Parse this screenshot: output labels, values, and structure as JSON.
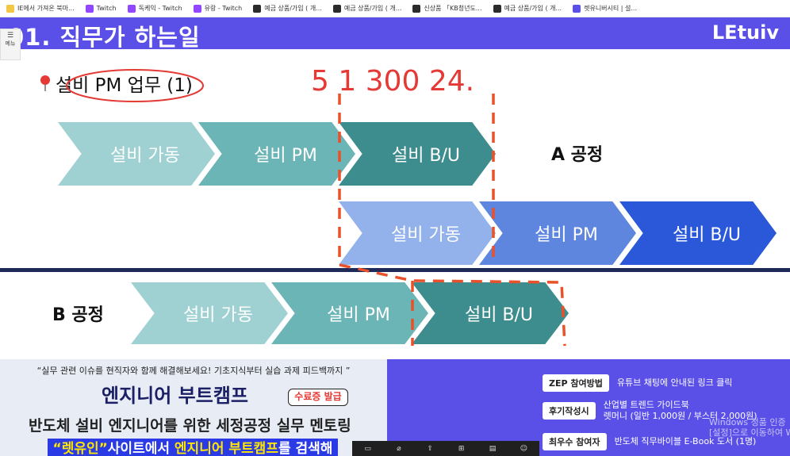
{
  "bookmarks": [
    {
      "label": "IE에서 가져온 북마...",
      "icon_color": "#f2c744"
    },
    {
      "label": "Twitch",
      "icon_color": "#9146ff"
    },
    {
      "label": "독케익 - Twitch",
      "icon_color": "#9146ff"
    },
    {
      "label": "유랑 - Twitch",
      "icon_color": "#9146ff"
    },
    {
      "label": "예금 상품/가입 ( 개...",
      "icon_color": "#2b2b2b"
    },
    {
      "label": "예금 상품/가입 ( 개...",
      "icon_color": "#2b2b2b"
    },
    {
      "label": "신상품 「KB청년도...",
      "icon_color": "#2b2b2b"
    },
    {
      "label": "예금 상품/가입 ( 개...",
      "icon_color": "#2b2b2b"
    },
    {
      "label": "렛유니버시티 | 설...",
      "icon_color": "#5a50e8"
    }
  ],
  "side_menu": {
    "label": "메뉴"
  },
  "slide": {
    "title": "01. 직무가 하는일",
    "logo": "LEtuiv",
    "subtitle": "설비 PM 업무 (1)",
    "annotation": "5 1 300 24.",
    "a_process_label": "A 공정",
    "b_process_label": "B 공정",
    "a_row1": [
      "설비 가동",
      "설비 PM",
      "설비 B/U"
    ],
    "a_row2": [
      "설비 가동",
      "설비 PM",
      "설비 B/U"
    ],
    "b_row": [
      "설비 가동",
      "설비 PM",
      "설비 B/U"
    ]
  },
  "banner_left": {
    "quote": "“실무 관련 이슈를 현직자와 함께 해결해보세요! 기초지식부터 실습 과제 피드백까지 ”",
    "title": "엔지니어 부트캠프",
    "badge": "수료증 발급",
    "mentoring": "반도체 설비 엔지니어를 위한 세정공정 실무 멘토링",
    "search_part1": "“렛유인”",
    "search_part2": "사이트에서 ",
    "search_part3": "엔지니어 부트캠프",
    "search_part4": "를 검색해보세요!"
  },
  "banner_right": {
    "rows": [
      {
        "tag": "ZEP 참여방법",
        "text": "유튜브 채팅에 안내된 링크 클릭"
      },
      {
        "tag": "후기작성시",
        "text": "산업별 트렌드 가이드북\n렛머니 (일반 1,000원 / 부스터 2,000원)"
      },
      {
        "tag": "최우수 참여자",
        "text": "반도체 직무바이블 E-Book 도서 (1명)"
      }
    ]
  },
  "watermark": {
    "line1": "Windows 정품 인증",
    "line2": "[설정]으로 이동하여 Win"
  },
  "colors": {
    "header": "#5a50e8",
    "teal_light": "#9fd1d3",
    "teal_mid": "#6cb5b7",
    "teal_dark": "#3d8c8e",
    "blue_light": "#93b1ea",
    "blue_mid": "#5f86de",
    "blue_dark": "#2a58d8",
    "annotation_red": "#e53935"
  }
}
